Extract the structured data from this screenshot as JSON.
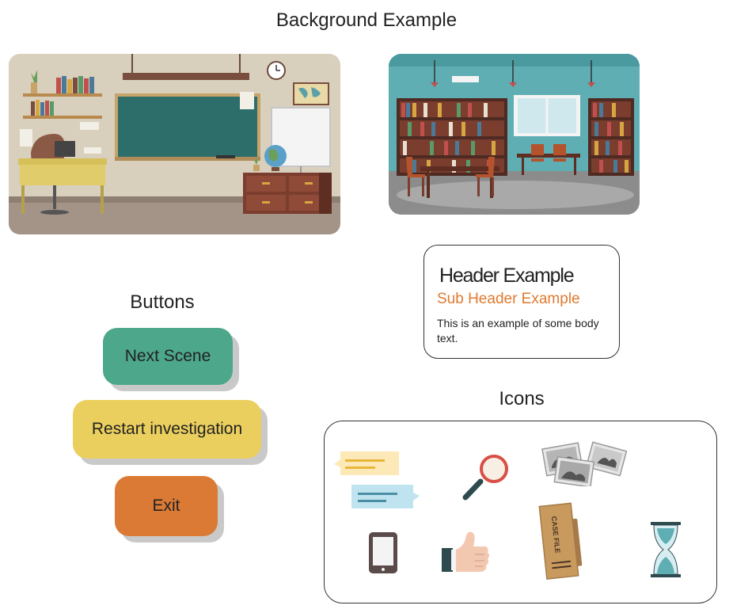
{
  "backgrounds": {
    "title": "Background Example",
    "items": [
      {
        "name": "classroom-background"
      },
      {
        "name": "library-background"
      }
    ]
  },
  "buttons": {
    "title": "Buttons",
    "items": [
      {
        "label": "Next Scene",
        "color": "#4ca78b"
      },
      {
        "label": "Restart investigation",
        "color": "#ebcf5e"
      },
      {
        "label": "Exit",
        "color": "#db7a35"
      }
    ],
    "shadow_color": "#c9c9c9"
  },
  "typography": {
    "header": "Header Example",
    "subheader": "Sub Header Example",
    "subheader_color": "#e07a2f",
    "body": "This is an example of some body text."
  },
  "icons": {
    "title": "Icons",
    "items": [
      "chat-bubbles-icon",
      "magnifying-glass-icon",
      "photos-icon",
      "tablet-icon",
      "thumbs-up-icon",
      "case-file-icon",
      "hourglass-icon"
    ],
    "case_file_label": "CASE FILE"
  }
}
